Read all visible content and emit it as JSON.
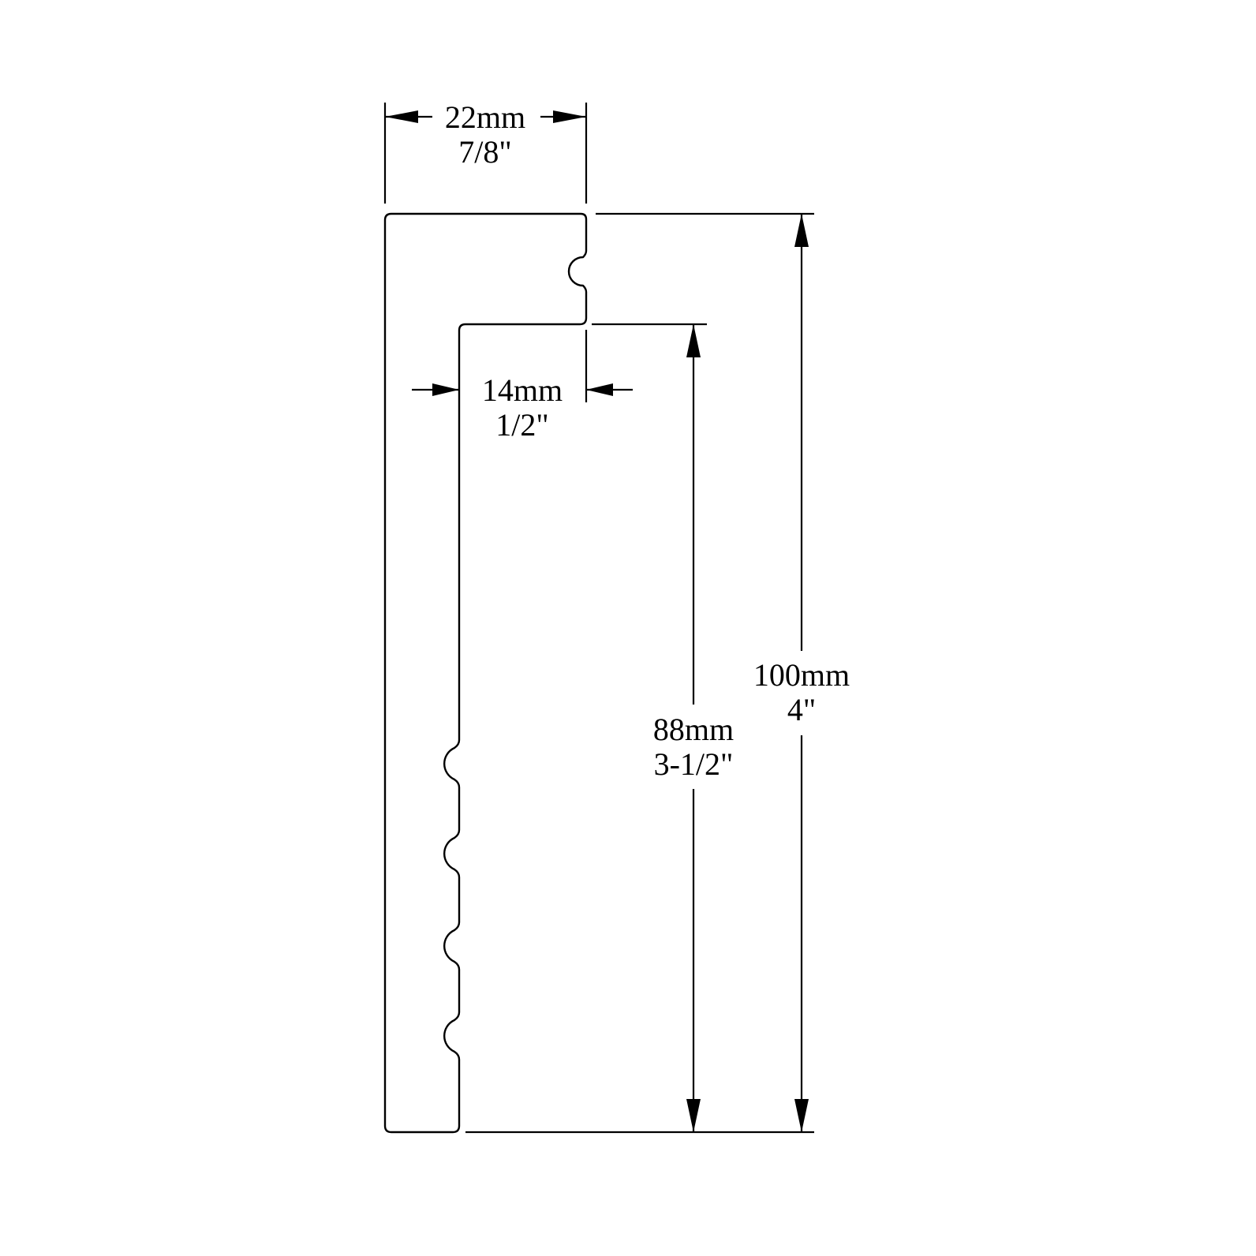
{
  "drawing": {
    "title": "Moulding profile dimension drawing",
    "line_color": "#000000",
    "background": "#ffffff",
    "dimensions": {
      "overall_width": {
        "metric": "22mm",
        "imperial": "7/8\""
      },
      "inner_width": {
        "metric": "14mm",
        "imperial": "1/2\""
      },
      "inner_height": {
        "metric": "88mm",
        "imperial": "3-1/2\""
      },
      "overall_height": {
        "metric": "100mm",
        "imperial": "4\""
      }
    },
    "profile": {
      "upper_notches": 1,
      "lower_notches": 4
    }
  }
}
